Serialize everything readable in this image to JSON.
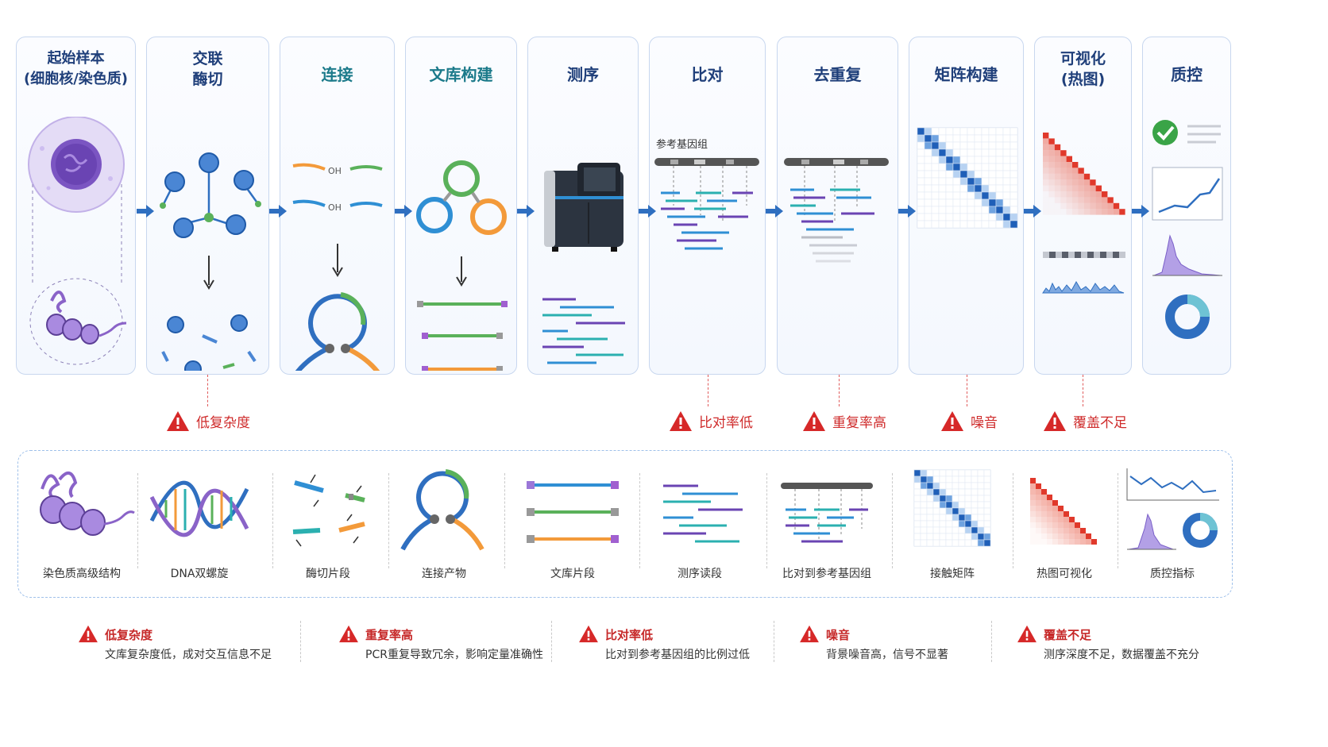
{
  "colors": {
    "accent_blue": "#2f6fc0",
    "warning_red": "#d62828",
    "green": "#5ab15a",
    "orange": "#f39a3a",
    "purple": "#8a63c8"
  },
  "stages": [
    {
      "title": "起始样本\n(细胞核/染色质)"
    },
    {
      "title": "交联\n酶切"
    },
    {
      "title": "连接"
    },
    {
      "title": "文库构建"
    },
    {
      "title": "测序"
    },
    {
      "title": "比对",
      "ref_label": "参考基因组"
    },
    {
      "title": "去重复"
    },
    {
      "title": "矩阵构建"
    },
    {
      "title": "可视化\n(热图)"
    },
    {
      "title": "质控"
    }
  ],
  "stage_issues": [
    "低复杂度",
    "比对率低",
    "重复率高",
    "噪音",
    "覆盖不足"
  ],
  "gallery": [
    {
      "label": "染色质高级结构"
    },
    {
      "label": "DNA双螺旋"
    },
    {
      "label": "酶切片段"
    },
    {
      "label": "连接产物"
    },
    {
      "label": "文库片段"
    },
    {
      "label": "测序读段"
    },
    {
      "label": "比对到参考基因组"
    },
    {
      "label": "接触矩阵"
    },
    {
      "label": "热图可视化"
    },
    {
      "label": "质控指标"
    }
  ],
  "legend": [
    {
      "title": "低复杂度",
      "desc": "文库复杂度低，成对交互信息不足"
    },
    {
      "title": "重复率高",
      "desc": "PCR重复导致冗余，影响定量准确性"
    },
    {
      "title": "比对率低",
      "desc": "比对到参考基因组的比例过低"
    },
    {
      "title": "噪音",
      "desc": "背景噪音高，信号不显著"
    },
    {
      "title": "覆盖不足",
      "desc": "测序深度不足，数据覆盖不充分"
    }
  ]
}
